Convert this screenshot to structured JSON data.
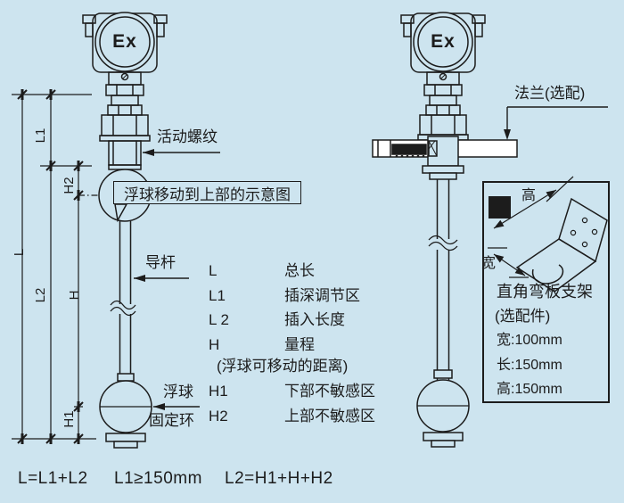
{
  "colors": {
    "background": "#cde4ef",
    "line": "#1c1c1c"
  },
  "left_diagram": {
    "ex_badge": "Ex",
    "dim_labels": {
      "L": "L",
      "L1": "L1",
      "L2": "L2",
      "H": "H",
      "H1": "H1",
      "H2": "H2"
    },
    "callouts": {
      "movable_thread": "活动螺纹",
      "float_note": "浮球移动到上部的示意图",
      "guide_rod": "导杆",
      "float_ball": "浮球",
      "fixing_ring": "固定环"
    }
  },
  "right_diagram": {
    "ex_badge": "Ex",
    "flange": "法兰(选配)"
  },
  "legend": {
    "rows": [
      {
        "symbol": "L",
        "desc": "总长"
      },
      {
        "symbol": "L1",
        "desc": "插深调节区"
      },
      {
        "symbol": "L 2",
        "desc": "插入长度"
      },
      {
        "symbol": "H",
        "desc": "量程"
      },
      {
        "symbol": "",
        "desc": "(浮球可移动的距离)"
      },
      {
        "symbol": "H1",
        "desc": "下部不敏感区"
      },
      {
        "symbol": "H2",
        "desc": "上部不敏感区"
      }
    ]
  },
  "bracket_box": {
    "height_label": "高",
    "width_label": "宽",
    "title": "直角弯板支架",
    "subtitle": "(选配件)",
    "specs": [
      "宽:100mm",
      "长:150mm",
      "高:150mm"
    ]
  },
  "formulas": [
    "L=L1+L2",
    "L1≥150mm",
    "L2=H1+H+H2"
  ]
}
